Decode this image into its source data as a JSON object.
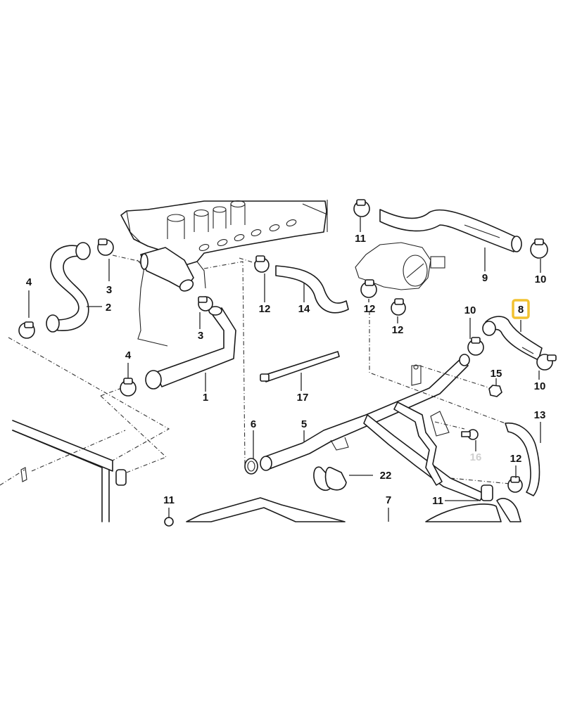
{
  "diagram": {
    "title": "Cooling system hoses exploded view",
    "highlight_color": "#f2c230",
    "muted_label_color": "#cfcfcf",
    "highlighted_part": "8",
    "callouts": [
      {
        "id": "c4a",
        "label": "4"
      },
      {
        "id": "c3a",
        "label": "3"
      },
      {
        "id": "c2",
        "label": "2"
      },
      {
        "id": "c3b",
        "label": "3"
      },
      {
        "id": "c4b",
        "label": "4"
      },
      {
        "id": "c1",
        "label": "1"
      },
      {
        "id": "c11a",
        "label": "11"
      },
      {
        "id": "c12a",
        "label": "12"
      },
      {
        "id": "c14",
        "label": "14"
      },
      {
        "id": "c12b",
        "label": "12"
      },
      {
        "id": "c12c",
        "label": "12"
      },
      {
        "id": "c9",
        "label": "9"
      },
      {
        "id": "c10a",
        "label": "10"
      },
      {
        "id": "c10b",
        "label": "10"
      },
      {
        "id": "c8",
        "label": "8"
      },
      {
        "id": "c10c",
        "label": "10"
      },
      {
        "id": "c15",
        "label": "15"
      },
      {
        "id": "c17",
        "label": "17"
      },
      {
        "id": "c13",
        "label": "13"
      },
      {
        "id": "c6",
        "label": "6"
      },
      {
        "id": "c5",
        "label": "5"
      },
      {
        "id": "c16",
        "label": "16"
      },
      {
        "id": "c12d",
        "label": "12"
      },
      {
        "id": "c22",
        "label": "22"
      },
      {
        "id": "c11b",
        "label": "11"
      },
      {
        "id": "c7",
        "label": "7"
      },
      {
        "id": "c11c",
        "label": "11"
      }
    ]
  }
}
